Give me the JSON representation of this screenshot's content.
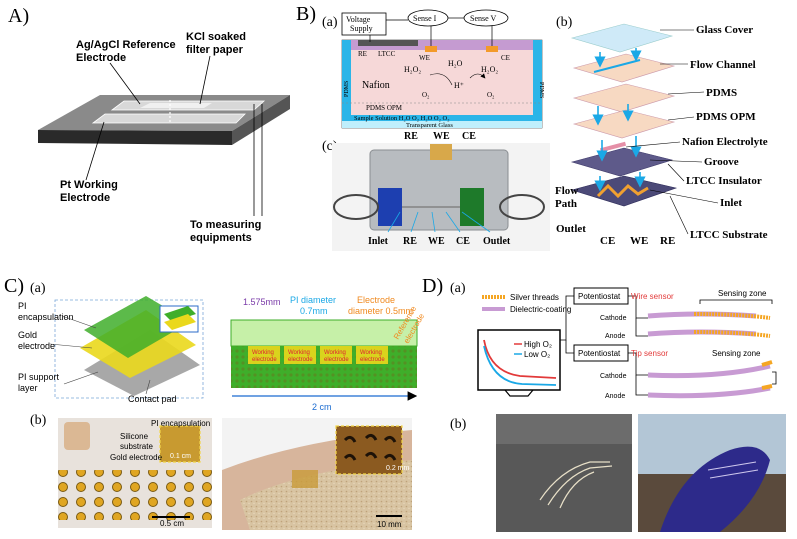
{
  "panelA": {
    "label": "A)",
    "ref_electrode": [
      "Ag/AgCl Reference",
      "Electrode"
    ],
    "kcl": [
      "KCl soaked",
      "filter paper"
    ],
    "pt_electrode": [
      "Pt Working",
      "Electrode"
    ],
    "measuring": [
      "To measuring",
      "equipments"
    ]
  },
  "panelB": {
    "label": "B)",
    "sub_a": "(a)",
    "sub_b": "(b)",
    "sub_c": "(c)",
    "voltage_supply": [
      "Voltage",
      "Supply"
    ],
    "sense_i": "Sense I",
    "sense_v": "Sense V",
    "re": "RE",
    "ltcc": "LTCC",
    "we": "WE",
    "ce": "CE",
    "h2o2_left": "H₂O₂",
    "h2o_top": "H₂O",
    "h2o2_right": "H₂O₂",
    "h_plus": "H⁺",
    "nafion": "Nafion",
    "pdms_side_left": "PDMS",
    "pdms_side_right": "PDMS",
    "o2_left": "O₂",
    "o2_right": "O₂",
    "pdms_opm": "PDMS  OPM",
    "sample_row": "Sample Solution  H₂O  O₂  H₂O  O₂  O₂",
    "transparent_glass": "Transparent Glass",
    "layers": [
      "Glass Cover",
      "Flow Channel",
      "PDMS",
      "PDMS OPM",
      "Nafion Electrolyte",
      "Groove",
      "LTCC Insulator",
      "Inlet",
      "LTCC Substrate"
    ],
    "flow_path": [
      "Flow",
      "Path"
    ],
    "outlet_b": "Outlet",
    "bottom_ce": "CE",
    "bottom_we": "WE",
    "bottom_re": "RE",
    "c_top": [
      "RE",
      "WE",
      "CE"
    ],
    "c_bottom": [
      "Inlet",
      "RE",
      "WE",
      "CE",
      "Outlet"
    ]
  },
  "panelC": {
    "label": "C)",
    "sub_a": "(a)",
    "sub_b": "(b)",
    "pi_encap": [
      "PI",
      "encapsulation"
    ],
    "gold": [
      "Gold",
      "electrode"
    ],
    "pi_support": [
      "PI support",
      "layer"
    ],
    "contact_pad": "Contact pad",
    "dim_1575": "1.575mm",
    "pi_diameter": [
      "PI diameter",
      "0.7mm"
    ],
    "electrode_diameter": [
      "Electrode",
      "diameter 0.5mm"
    ],
    "reference_electrode": [
      "Reference",
      "electrode"
    ],
    "working": [
      "Working",
      "electrode"
    ],
    "two_cm": "2 cm",
    "photo_labels": [
      "PI encapsulation",
      "Silicone",
      "substrate",
      "Gold electrode"
    ],
    "scale_0_5": "0.5 cm",
    "scale_10": "10 mm",
    "inset_scale_1": "0.1 cm",
    "inset_scale_2": "0.2 mm"
  },
  "panelD": {
    "label": "D)",
    "sub_a": "(a)",
    "sub_b": "(b)",
    "silver": "Silver threads",
    "dielectric": "Dielectric-coating",
    "potentiostat": "Potentiostat",
    "wire_sensor": "Wire sensor",
    "tip_sensor": "Tip sensor",
    "sensing_zone": "Sensing zone",
    "cathode": "Cathode",
    "anode": "Anode",
    "high_o2": "High O₂",
    "low_o2": "Low O₂"
  },
  "colors": {
    "blue": "#1aa8e6",
    "orange": "#f5a623",
    "pink": "#f3c6c6",
    "green": "#3fae2a",
    "yellow": "#ead81c",
    "lilac": "#c89bd3",
    "red": "#e23a3a"
  }
}
